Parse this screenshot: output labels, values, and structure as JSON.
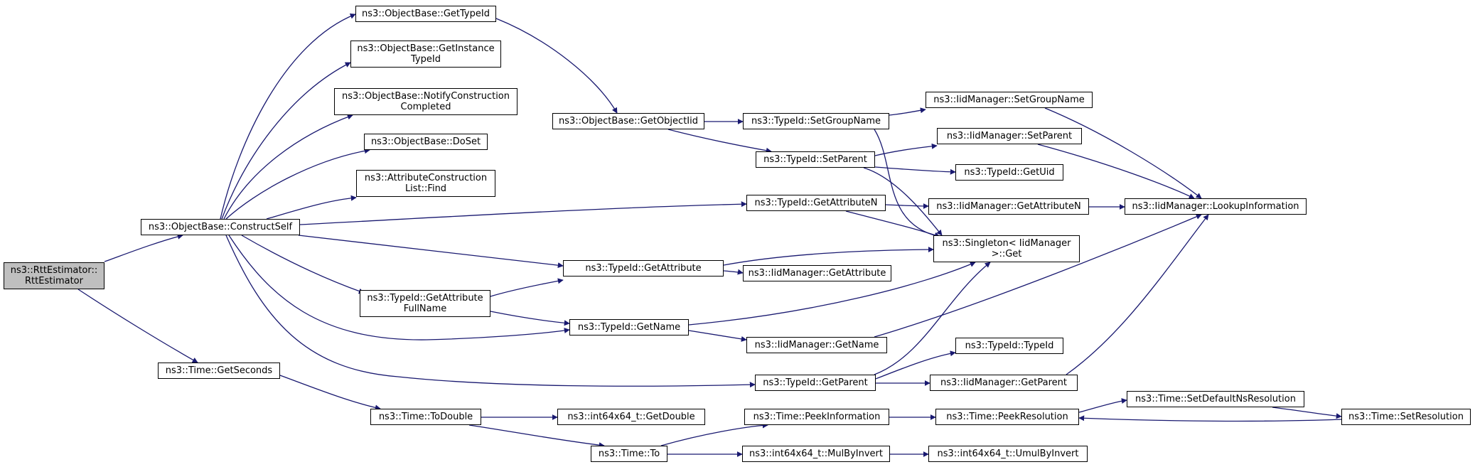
{
  "colors": {
    "edge": "#191970",
    "root_fill": "#bfbfbf",
    "node_fill": "#ffffff",
    "border": "#000000"
  },
  "nodes": {
    "root": [
      "ns3::RttEstimator::",
      "RttEstimator"
    ],
    "construct_self": [
      "ns3::ObjectBase::ConstructSelf"
    ],
    "get_seconds": [
      "ns3::Time::GetSeconds"
    ],
    "get_type_id": [
      "ns3::ObjectBase::GetTypeId"
    ],
    "get_instance_type_id": [
      "ns3::ObjectBase::GetInstance",
      "TypeId"
    ],
    "notify_construction_completed": [
      "ns3::ObjectBase::NotifyConstruction",
      "Completed"
    ],
    "do_set": [
      "ns3::ObjectBase::DoSet"
    ],
    "attr_construction_list_find": [
      "ns3::AttributeConstruction",
      "List::Find"
    ],
    "typeid_get_attribute": [
      "ns3::TypeId::GetAttribute"
    ],
    "typeid_get_attribute_full_name": [
      "ns3::TypeId::GetAttribute",
      "FullName"
    ],
    "typeid_get_name": [
      "ns3::TypeId::GetName"
    ],
    "typeid_get_attribute_n": [
      "ns3::TypeId::GetAttributeN"
    ],
    "typeid_get_parent": [
      "ns3::TypeId::GetParent"
    ],
    "get_object_iid": [
      "ns3::ObjectBase::GetObjectIid"
    ],
    "typeid_set_group_name": [
      "ns3::TypeId::SetGroupName"
    ],
    "typeid_set_parent": [
      "ns3::TypeId::SetParent"
    ],
    "iid_set_group_name": [
      "ns3::IidManager::SetGroupName"
    ],
    "iid_set_parent": [
      "ns3::IidManager::SetParent"
    ],
    "typeid_get_uid": [
      "ns3::TypeId::GetUid"
    ],
    "iid_get_attribute_n": [
      "ns3::IidManager::GetAttributeN"
    ],
    "iid_lookup_information": [
      "ns3::IidManager::LookupInformation"
    ],
    "singleton_get": [
      "ns3::Singleton< IidManager",
      ">::Get"
    ],
    "iid_get_attribute": [
      "ns3::IidManager::GetAttribute"
    ],
    "iid_get_name": [
      "ns3::IidManager::GetName"
    ],
    "typeid_typeid": [
      "ns3::TypeId::TypeId"
    ],
    "iid_get_parent": [
      "ns3::IidManager::GetParent"
    ],
    "time_to_double": [
      "ns3::Time::ToDouble"
    ],
    "int64_get_double": [
      "ns3::int64x64_t::GetDouble"
    ],
    "time_to": [
      "ns3::Time::To"
    ],
    "time_peek_information": [
      "ns3::Time::PeekInformation"
    ],
    "int64_mul_by_invert": [
      "ns3::int64x64_t::MulByInvert"
    ],
    "time_peek_resolution": [
      "ns3::Time::PeekResolution"
    ],
    "int64_umul_by_invert": [
      "ns3::int64x64_t::UmulByInvert"
    ],
    "time_set_default_ns_resolution": [
      "ns3::Time::SetDefaultNsResolution"
    ],
    "time_set_resolution": [
      "ns3::Time::SetResolution"
    ]
  }
}
